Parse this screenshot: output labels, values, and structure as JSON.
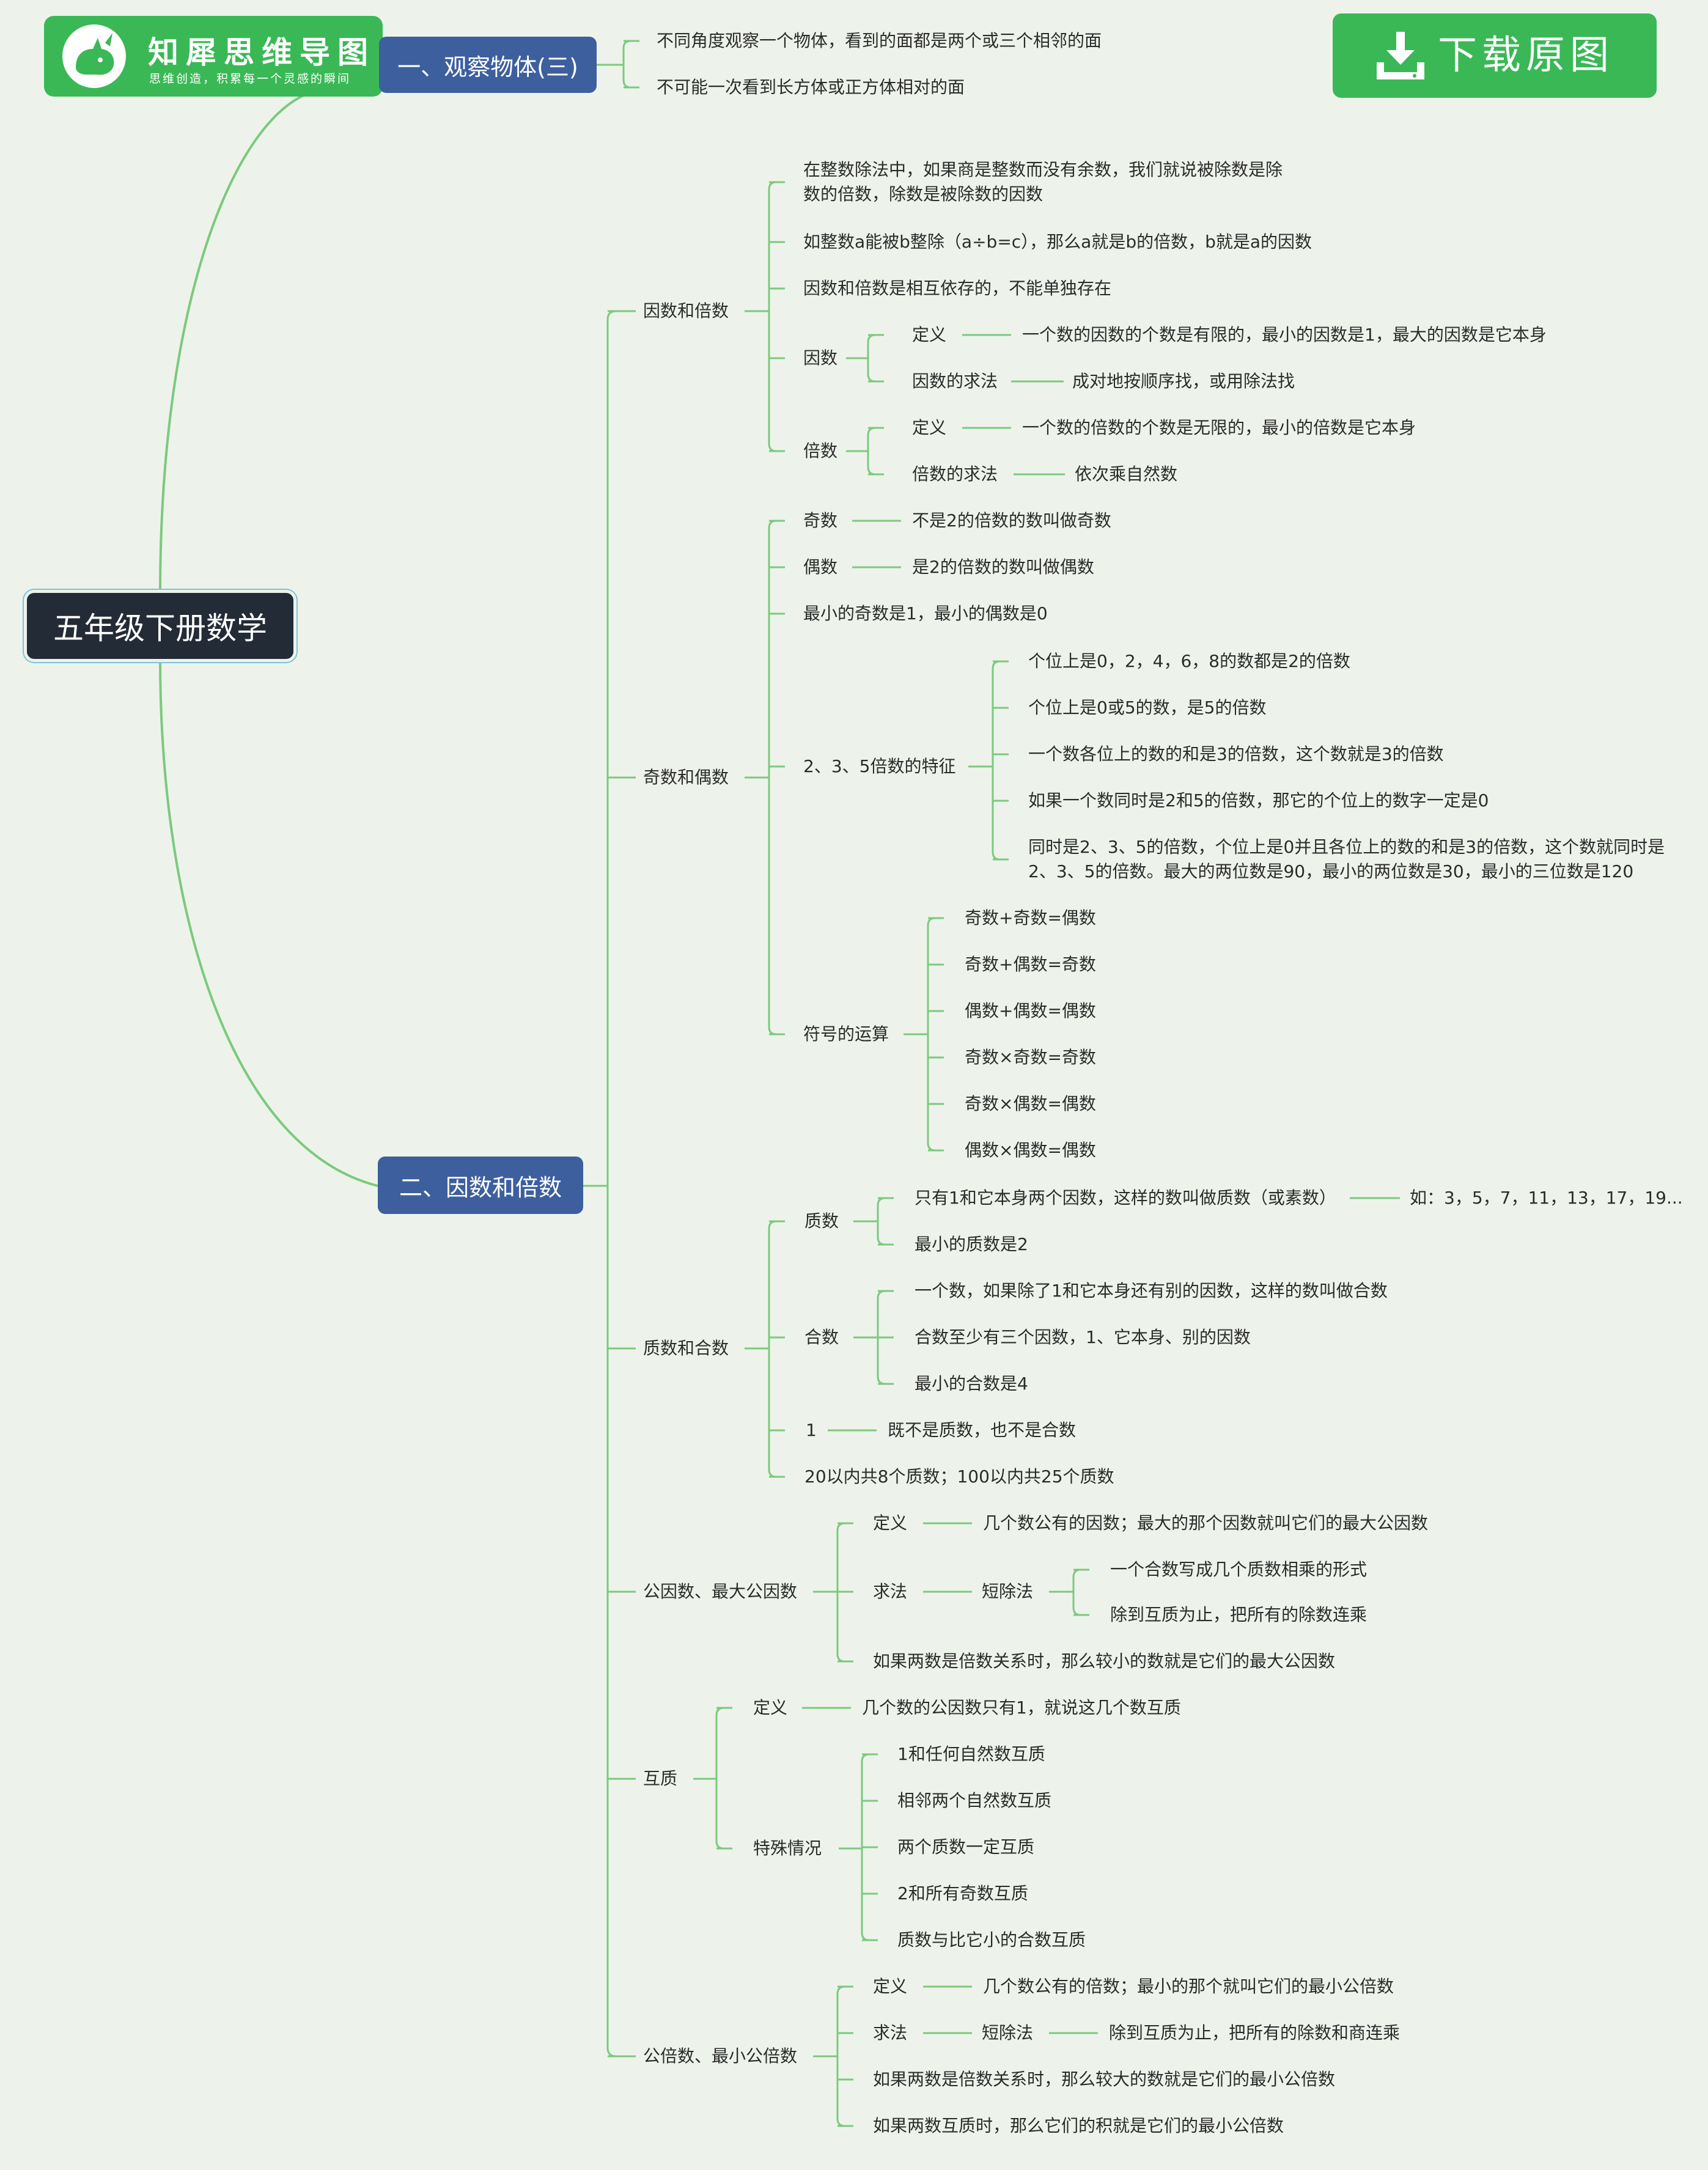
{
  "logo": {
    "title": "知犀思维导图",
    "tagline": "思维创造，积累每一个灵感的瞬间",
    "icon": "rhino-icon"
  },
  "download": {
    "label": "下载原图",
    "icon": "download-icon"
  },
  "root": {
    "label": "五年级下册数学"
  },
  "colors": {
    "line": "#7cc97e",
    "branch": "#3d5f9e",
    "root": "#232b36",
    "accent": "#3ab856",
    "background": "#edf3ea"
  },
  "branch1": {
    "label": "一、观察物体(三)",
    "items": [
      "不同角度观察一个物体，看到的面都是两个或三个相邻的面",
      "不可能一次看到长方体或正方体相对的面"
    ]
  },
  "branch2": {
    "label": "二、因数和倍数",
    "g1": {
      "label": "因数和倍数",
      "items": [
        "在整数除法中，如果商是整数而没有余数，我们就说被除数是除数的倍数，除数是被除数的因数",
        "如整数a能被b整除（a÷b=c），那么a就是b的倍数，b就是a的因数",
        "因数和倍数是相互依存的，不能单独存在"
      ],
      "yinshu": {
        "label": "因数",
        "def_label": "定义",
        "def_text": "一个数的因数的个数是有限的，最小的因数是1，最大的因数是它本身",
        "method_label": "因数的求法",
        "method_text": "成对地按顺序找，或用除法找"
      },
      "beishu": {
        "label": "倍数",
        "def_label": "定义",
        "def_text": "一个数的倍数的个数是无限的，最小的倍数是它本身",
        "method_label": "倍数的求法",
        "method_text": "依次乘自然数"
      }
    },
    "g2": {
      "label": "奇数和偶数",
      "odd_label": "奇数",
      "odd_text": "不是2的倍数的数叫做奇数",
      "even_label": "偶数",
      "even_text": "是2的倍数的数叫做偶数",
      "smallest": "最小的奇数是1，最小的偶数是0",
      "features": {
        "label": "2、3、5倍数的特征",
        "items": [
          "个位上是0，2，4，6，8的数都是2的倍数",
          "个位上是0或5的数，是5的倍数",
          "一个数各位上的数的和是3的倍数，这个数就是3的倍数",
          "如果一个数同时是2和5的倍数，那它的个位上的数字一定是0",
          "同时是2、3、5的倍数，个位上是0并且各位上的数的和是3的倍数，这个数就同时是2、3、5的倍数。最大的两位数是90，最小的两位数是30，最小的三位数是120"
        ]
      },
      "ops": {
        "label": "符号的运算",
        "items": [
          "奇数+奇数=偶数",
          "奇数+偶数=奇数",
          "偶数+偶数=偶数",
          "奇数×奇数=奇数",
          "奇数×偶数=偶数",
          "偶数×偶数=偶数"
        ]
      }
    },
    "g3": {
      "label": "质数和合数",
      "prime": {
        "label": "质数",
        "def": "只有1和它本身两个因数，这样的数叫做质数（或素数）",
        "example": "如：3，5，7，11，13，17，19...",
        "smallest": "最小的质数是2"
      },
      "composite": {
        "label": "合数",
        "items": [
          "一个数，如果除了1和它本身还有别的因数，这样的数叫做合数",
          "合数至少有三个因数，1、它本身、别的因数",
          "最小的合数是4"
        ]
      },
      "one_label": "1",
      "one_text": "既不是质数，也不是合数",
      "count": "20以内共8个质数；100以内共25个质数"
    },
    "g4": {
      "label": "公因数、最大公因数",
      "def_label": "定义",
      "def_text": "几个数公有的因数；最大的那个因数就叫它们的最大公因数",
      "method_label": "求法",
      "short_label": "短除法",
      "short_items": [
        "一个合数写成几个质数相乘的形式",
        "除到互质为止，把所有的除数连乘"
      ],
      "note": "如果两数是倍数关系时，那么较小的数就是它们的最大公因数"
    },
    "g5": {
      "label": "互质",
      "def_label": "定义",
      "def_text": "几个数的公因数只有1，就说这几个数互质",
      "special_label": "特殊情况",
      "special_items": [
        "1和任何自然数互质",
        "相邻两个自然数互质",
        "两个质数一定互质",
        "2和所有奇数互质",
        "质数与比它小的合数互质"
      ]
    },
    "g6": {
      "label": "公倍数、最小公倍数",
      "def_label": "定义",
      "def_text": "几个数公有的倍数；最小的那个就叫它们的最小公倍数",
      "method_label": "求法",
      "short_label": "短除法",
      "short_text": "除到互质为止，把所有的除数和商连乘",
      "notes": [
        "如果两数是倍数关系时，那么较大的数就是它们的最小公倍数",
        "如果两数互质时，那么它们的积就是它们的最小公倍数"
      ]
    }
  }
}
